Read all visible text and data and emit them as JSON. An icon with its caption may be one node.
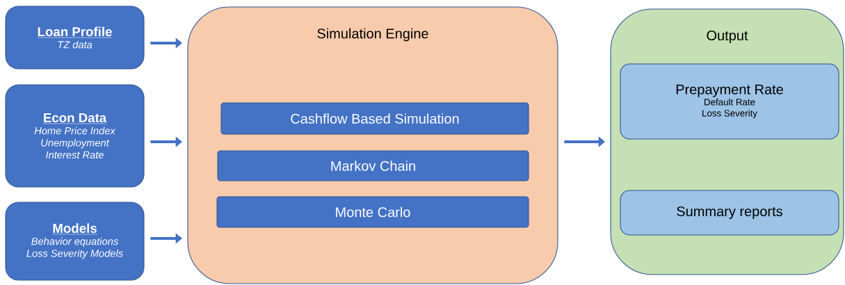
{
  "diagram": {
    "nodes": [
      {
        "text": [
          "Loan Profile",
          "TZ data"
        ]
      },
      {
        "text": [
          "Econ Data",
          "Home Price Index",
          "Unemployment",
          "Interest Rate"
        ]
      },
      {
        "text": [
          "Models",
          "Behavior equations",
          "Loss Severity Models"
        ]
      },
      {
        "text": [
          "Simulation Engine"
        ]
      },
      {
        "text": [
          "Cashflow Based Simulation"
        ],
        "in": 3
      },
      {
        "text": [
          "Markov Chain"
        ],
        "in": 3
      },
      {
        "text": [
          "Monte Carlo"
        ],
        "in": 3
      },
      {
        "text": [
          "Output"
        ]
      },
      {
        "text": [
          "Prepayment Rate",
          "Default Rate",
          "Loss Severity"
        ],
        "in": 7
      },
      {
        "text": [
          "Summary reports"
        ],
        "in": 7
      }
    ],
    "edges": [
      {
        "from": 0,
        "to": 3,
        "arrow": "to"
      },
      {
        "from": 1,
        "to": 3,
        "arrow": "to"
      },
      {
        "from": 2,
        "to": 3,
        "arrow": "to"
      },
      {
        "from": 3,
        "to": 7,
        "arrow": "to"
      }
    ]
  }
}
